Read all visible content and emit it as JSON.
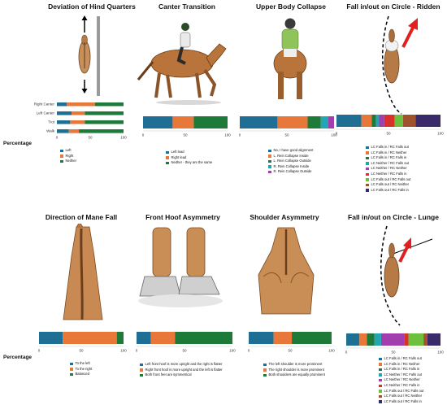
{
  "row_labels": {
    "top": "Percentage",
    "bottom": "Percentage"
  },
  "colors": {
    "blue": "#1f6e94",
    "orange": "#e8773a",
    "green": "#1e7a38",
    "teal": "#22a6b3",
    "magenta": "#a23dae",
    "red": "#d9302c",
    "lime": "#6fbf3e",
    "brown": "#a0522d",
    "gray": "#8a8a8a",
    "dark": "#3a2a6a"
  },
  "chart_data": [
    {
      "id": "hind",
      "type": "bar",
      "orientation": "horizontal-stacked",
      "title": "Deviation of Hind Quarters",
      "categories": [
        "Right Canter",
        "Left Canter",
        "Trot",
        "Walk"
      ],
      "series": [
        {
          "name": "Left",
          "color": "#1f6e94",
          "values": [
            15,
            22,
            20,
            18
          ]
        },
        {
          "name": "Right",
          "color": "#e8773a",
          "values": [
            42,
            20,
            22,
            15
          ]
        },
        {
          "name": "Neither",
          "color": "#1e7a38",
          "values": [
            43,
            58,
            58,
            67
          ]
        }
      ],
      "xlim": [
        0,
        100
      ],
      "xticks": [
        0,
        50,
        100
      ]
    },
    {
      "id": "canter",
      "type": "bar",
      "orientation": "horizontal-stacked",
      "title": "Canter Transition",
      "categories": [
        ""
      ],
      "series": [
        {
          "name": "Left lead",
          "color": "#1f6e94",
          "values": [
            35
          ]
        },
        {
          "name": "Right lead",
          "color": "#e8773a",
          "values": [
            25
          ]
        },
        {
          "name": "Neither - they are the same",
          "color": "#1e7a38",
          "values": [
            40
          ]
        }
      ],
      "xlim": [
        0,
        100
      ],
      "xticks": [
        0,
        50,
        100
      ]
    },
    {
      "id": "upper",
      "type": "bar",
      "orientation": "horizontal-stacked",
      "title": "Upper Body Collapse",
      "categories": [
        ""
      ],
      "series": [
        {
          "name": "No, I have good alignment",
          "color": "#1f6e94",
          "values": [
            40
          ]
        },
        {
          "name": "L. Rein Collapse Inside",
          "color": "#e8773a",
          "values": [
            32
          ]
        },
        {
          "name": "L. Rein Collapse Outside",
          "color": "#1e7a38",
          "values": [
            14
          ]
        },
        {
          "name": "R. Rein Collapse Inside",
          "color": "#22a6b3",
          "values": [
            8
          ]
        },
        {
          "name": "R. Rein Collapse Outside",
          "color": "#a23dae",
          "values": [
            6
          ]
        }
      ],
      "xlim": [
        0,
        100
      ],
      "xticks": [
        0,
        50,
        100
      ]
    },
    {
      "id": "fall_ridden",
      "type": "bar",
      "orientation": "horizontal-stacked",
      "title": "Fall in/out on Circle - Ridden",
      "categories": [
        ""
      ],
      "series": [
        {
          "name": "LC Falls in / RC Falls out",
          "color": "#1f6e94",
          "values": [
            24
          ]
        },
        {
          "name": "LC Falls in / RC Neither",
          "color": "#e8773a",
          "values": [
            10
          ]
        },
        {
          "name": "LC Falls in / RC Falls in",
          "color": "#1e7a38",
          "values": [
            4
          ]
        },
        {
          "name": "LC Neither / RC Falls out",
          "color": "#22a6b3",
          "values": [
            3
          ]
        },
        {
          "name": "LC Neither / RC Neither",
          "color": "#a23dae",
          "values": [
            5
          ]
        },
        {
          "name": "LC Neither / RC Falls in",
          "color": "#d9302c",
          "values": [
            10
          ]
        },
        {
          "name": "LC Falls out / RC Falls out",
          "color": "#6fbf3e",
          "values": [
            8
          ]
        },
        {
          "name": "LC Falls out / RC Neither",
          "color": "#a0522d",
          "values": [
            12
          ]
        },
        {
          "name": "LC Falls out / RC Falls in",
          "color": "#3a2a6a",
          "values": [
            24
          ]
        }
      ],
      "xlim": [
        0,
        100
      ],
      "xticks": [
        0,
        50,
        100
      ]
    },
    {
      "id": "mane",
      "type": "bar",
      "orientation": "horizontal-stacked",
      "title": "Direction of Mane Fall",
      "categories": [
        ""
      ],
      "series": [
        {
          "name": "To the left",
          "color": "#1f6e94",
          "values": [
            28
          ]
        },
        {
          "name": "To the right",
          "color": "#e8773a",
          "values": [
            64
          ]
        },
        {
          "name": "Balanced",
          "color": "#1e7a38",
          "values": [
            8
          ]
        }
      ],
      "xlim": [
        0,
        100
      ],
      "xticks": [
        0,
        50,
        100
      ]
    },
    {
      "id": "hoof",
      "type": "bar",
      "orientation": "horizontal-stacked",
      "title": "Front Hoof Asymmetry",
      "categories": [
        ""
      ],
      "series": [
        {
          "name": "Left front hoof is more upright and the right is flatter",
          "color": "#1f6e94",
          "values": [
            15
          ]
        },
        {
          "name": "Right front hoof is more upright and the left is flatter",
          "color": "#e8773a",
          "values": [
            25
          ]
        },
        {
          "name": "Both front feet are symmetrical",
          "color": "#1e7a38",
          "values": [
            60
          ]
        }
      ],
      "xlim": [
        0,
        100
      ],
      "xticks": [
        0,
        50,
        100
      ]
    },
    {
      "id": "shoulder",
      "type": "bar",
      "orientation": "horizontal-stacked",
      "title": "Shoulder Asymmetry",
      "categories": [
        ""
      ],
      "series": [
        {
          "name": "The left shoulder is more prominent",
          "color": "#1f6e94",
          "values": [
            30
          ]
        },
        {
          "name": "The right shoulder is more prominent",
          "color": "#e8773a",
          "values": [
            22
          ]
        },
        {
          "name": "Both shoulders are equally prominent",
          "color": "#1e7a38",
          "values": [
            48
          ]
        }
      ],
      "xlim": [
        0,
        100
      ],
      "xticks": [
        0,
        50,
        100
      ]
    },
    {
      "id": "fall_lunge",
      "type": "bar",
      "orientation": "horizontal-stacked",
      "title": "Fall in/out on Circle - Lunge",
      "categories": [
        ""
      ],
      "series": [
        {
          "name": "LC Falls in / RC Falls out",
          "color": "#1f6e94",
          "values": [
            14
          ]
        },
        {
          "name": "LC Falls in / RC Neither",
          "color": "#e8773a",
          "values": [
            8
          ]
        },
        {
          "name": "LC Falls in / RC Falls in",
          "color": "#1e7a38",
          "values": [
            8
          ]
        },
        {
          "name": "LC Neither / RC Falls out",
          "color": "#22a6b3",
          "values": [
            7
          ]
        },
        {
          "name": "LC Neither / RC Neither",
          "color": "#a23dae",
          "values": [
            25
          ]
        },
        {
          "name": "LC Neither / RC Falls in",
          "color": "#d9302c",
          "values": [
            4
          ]
        },
        {
          "name": "LC Falls out / RC Falls out",
          "color": "#6fbf3e",
          "values": [
            16
          ]
        },
        {
          "name": "LC Falls out / RC Neither",
          "color": "#a0522d",
          "values": [
            4
          ]
        },
        {
          "name": "LC Falls out / RC Falls in",
          "color": "#3a2a6a",
          "values": [
            14
          ]
        }
      ],
      "xlim": [
        0,
        100
      ],
      "xticks": [
        0,
        50,
        100
      ]
    }
  ]
}
